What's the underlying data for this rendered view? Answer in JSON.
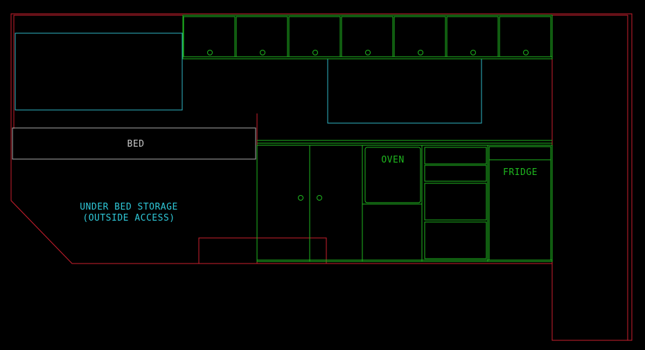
{
  "colors": {
    "background": "#000000",
    "outline": "#cc1f2e",
    "cabinet": "#1fb81f",
    "window": "#2fb8c8",
    "text": "#2fc8d8"
  },
  "labels": {
    "bed": "BED",
    "under_bed_line1": "UNDER BED STORAGE",
    "under_bed_line2": "(OUTSIDE ACCESS)",
    "oven": "OVEN",
    "fridge": "FRIDGE"
  }
}
